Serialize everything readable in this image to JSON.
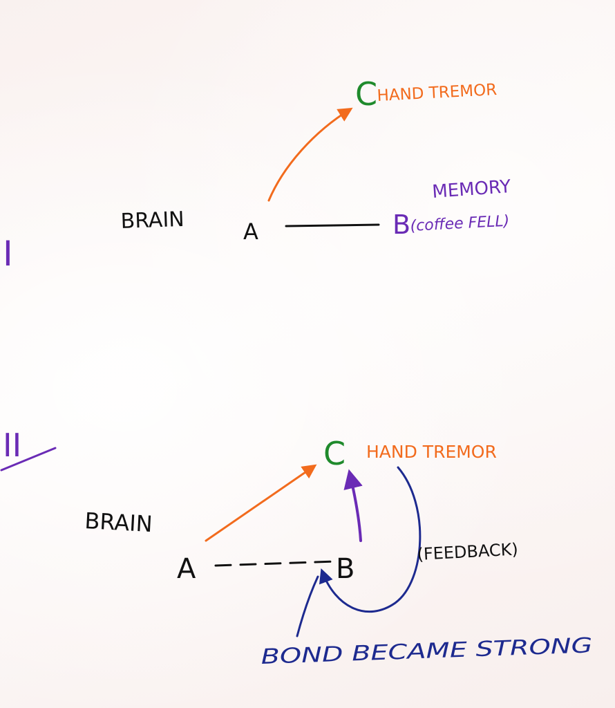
{
  "colors": {
    "green": "#1f8a2c",
    "orange": "#f26b1d",
    "purple": "#6a2bb5",
    "navy": "#1d2a8f",
    "ink": "#111111"
  },
  "diagram_1": {
    "numeral": "I",
    "brain_label": "BRAIN",
    "node_a": "A",
    "node_c": "C",
    "node_c_caption": "HAND TREMOR",
    "node_b": "B",
    "node_b_caption": "(coffee FELL)",
    "memory_label": "MEMORY"
  },
  "diagram_2": {
    "numeral": "II",
    "brain_label": "BRAIN",
    "node_a": "A",
    "node_b": "B",
    "node_c": "C",
    "node_c_caption": "HAND TREMOR",
    "feedback_label": "(FEEDBACK)",
    "bond_label": "BOND BECAME STRONG"
  }
}
